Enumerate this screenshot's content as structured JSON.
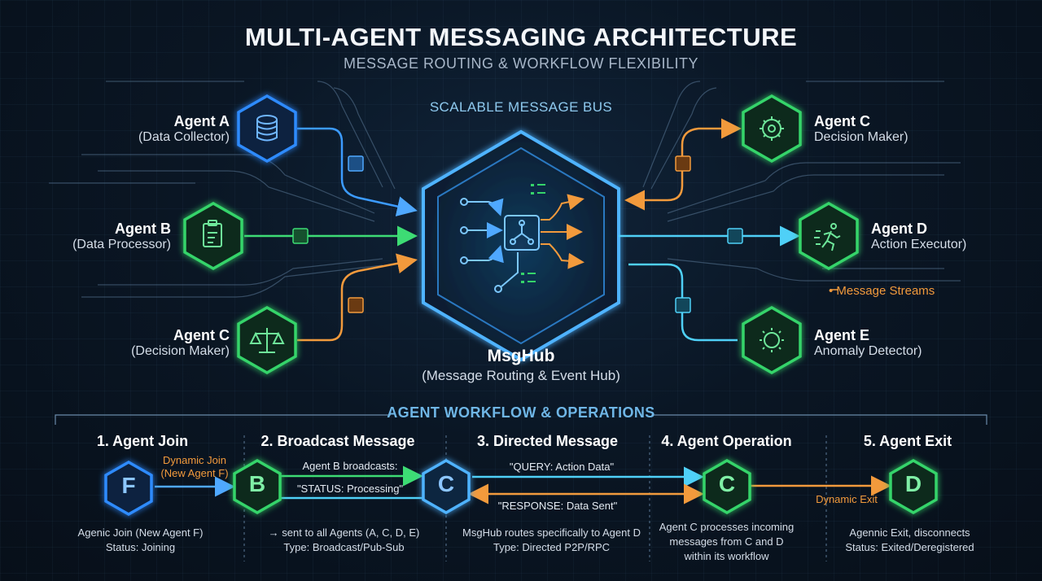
{
  "header": {
    "title": "MULTI-AGENT MESSAGING ARCHITECTURE",
    "subtitle": "MESSAGE ROUTING & WORKFLOW FLEXIBILITY",
    "bus_label": "SCALABLE MESSAGE BUS"
  },
  "hub": {
    "name": "MsgHub",
    "description": "(Message Routing & Event Hub)"
  },
  "agents": {
    "a": {
      "name": "Agent A",
      "role": "(Data Collector)",
      "icon": "database-icon",
      "color": "#2f8bff"
    },
    "b": {
      "name": "Agent B",
      "role": "(Data Processor)",
      "icon": "clipboard-icon",
      "color": "#35d46a"
    },
    "c_left": {
      "name": "Agent C",
      "role": "(Decision Maker)",
      "icon": "scales-icon",
      "color": "#35d46a"
    },
    "c_right": {
      "name": "Agent C",
      "role": "Decision Maker)",
      "icon": "gear-icon",
      "color": "#35d46a"
    },
    "d": {
      "name": "Agent D",
      "role": "Action Executor)",
      "icon": "runner-icon",
      "color": "#35d46a"
    },
    "e": {
      "name": "Agent E",
      "role": "Anomaly Detector)",
      "icon": "alert-icon",
      "color": "#35d46a"
    }
  },
  "legend": {
    "message_streams": "• Message Streams"
  },
  "workflow": {
    "section_title": "AGENT WORKFLOW & OPERATIONS",
    "steps": [
      {
        "title": "1. Agent Join",
        "node": "F",
        "arrow_label_1": "Dynamic Join",
        "arrow_label_2": "(New Agent F)",
        "caption_1": "Agenic Join (New Agent F)",
        "caption_2": "Status: Joining"
      },
      {
        "title": "2. Broadcast Message",
        "node": "B",
        "arrow_label_1": "Agent B broadcasts:",
        "arrow_label_2": "\"STATUS: Processing\"",
        "caption_1": "→ sent to all Agents (A, C, D, E)",
        "caption_2": "Type: Broadcast/Pub-Sub"
      },
      {
        "title": "3. Directed Message",
        "node": "C",
        "arrow_label_1": "\"QUERY: Action Data\"",
        "arrow_label_2": "\"RESPONSE: Data Sent\"",
        "caption_1": "MsgHub routes specifically to Agent D",
        "caption_2": "Type: Directed P2P/RPC"
      },
      {
        "title": "4. Agent Operation",
        "node": "C",
        "caption_1": "Agent C processes incoming",
        "caption_2": "messages from C and D",
        "caption_3": "within its workflow"
      },
      {
        "title": "5. Agent Exit",
        "node": "D",
        "arrow_label_1": "Dynamic Exit",
        "caption_1": "Agennic Exit, disconnects",
        "caption_2": "Status: Exited/Deregistered"
      }
    ]
  },
  "colors": {
    "blue": "#2f8bff",
    "green": "#35d46a",
    "orange": "#f29a3c",
    "cyan": "#4fc3f7"
  }
}
